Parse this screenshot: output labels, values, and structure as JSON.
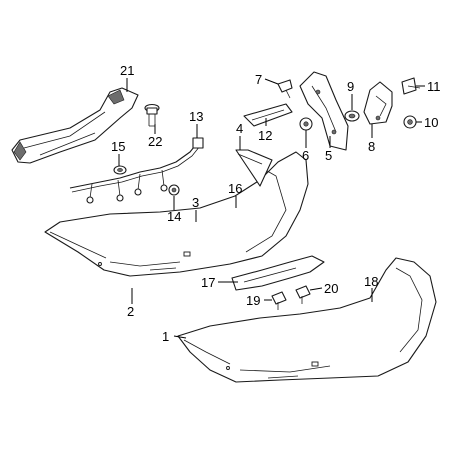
{
  "diagram": {
    "callouts": {
      "c1": "1",
      "c2": "2",
      "c3": "3",
      "c4": "4",
      "c5": "5",
      "c6": "6",
      "c7": "7",
      "c8": "8",
      "c9": "9",
      "c10": "10",
      "c11": "11",
      "c12": "12",
      "c13": "13",
      "c14": "14",
      "c15": "15",
      "c16": "16",
      "c17": "17",
      "c18": "18",
      "c19": "19",
      "c20": "20",
      "c21": "21",
      "c22": "22"
    },
    "colors": {
      "line": "#1a1a1a",
      "shade": "#6d6d6d",
      "background": "#ffffff"
    }
  }
}
